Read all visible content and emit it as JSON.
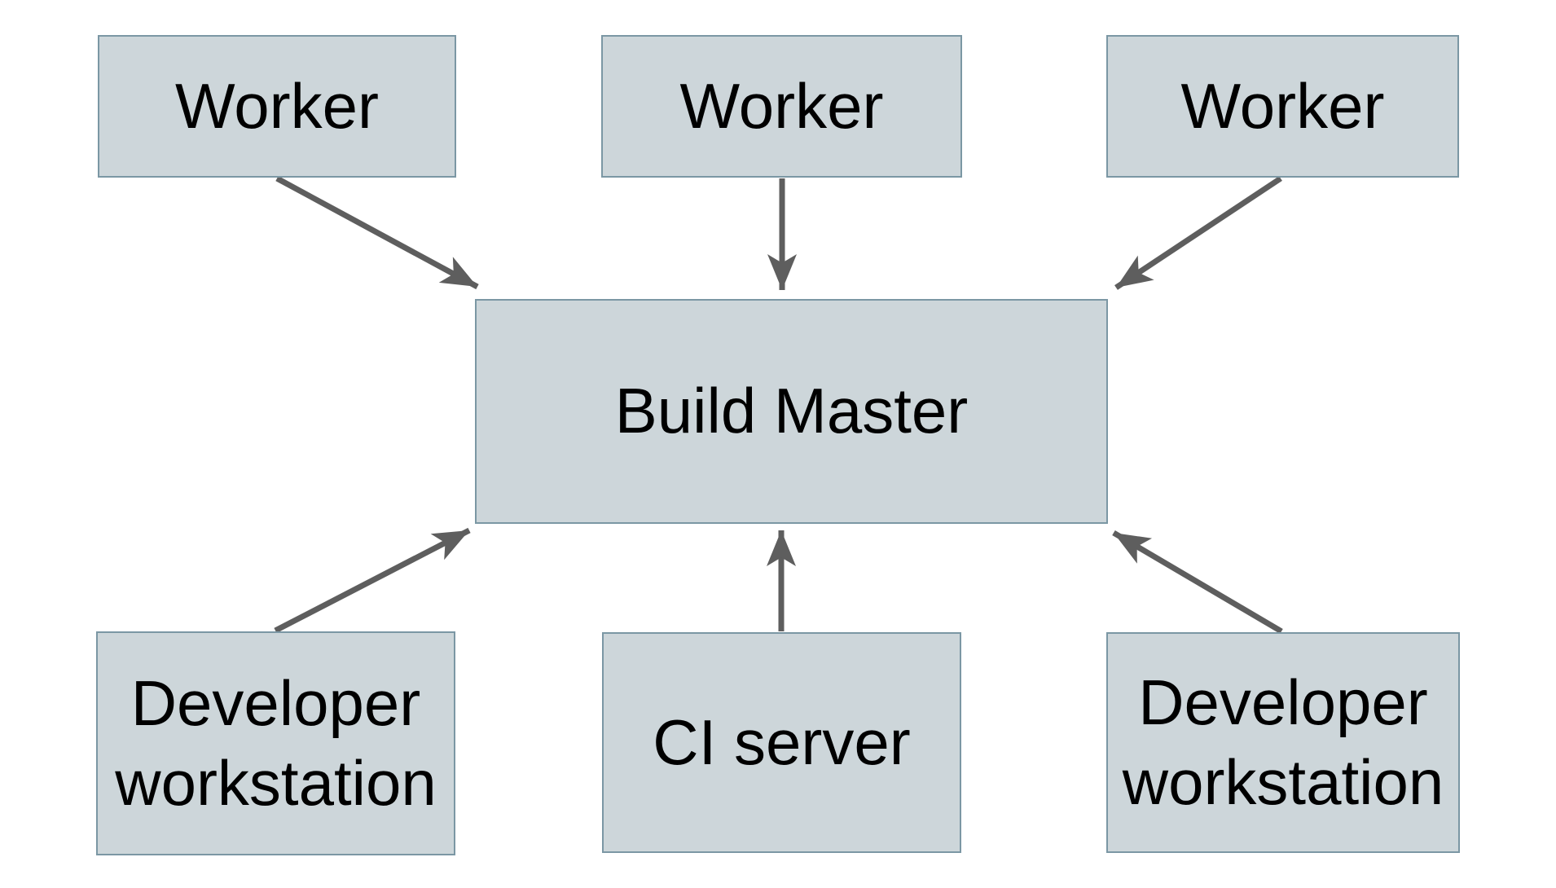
{
  "diagram": {
    "nodes": {
      "worker1": {
        "label": "Worker"
      },
      "worker2": {
        "label": "Worker"
      },
      "worker3": {
        "label": "Worker"
      },
      "build_master": {
        "label": "Build Master"
      },
      "dev_left": {
        "label": "Developer workstation"
      },
      "ci_server": {
        "label": "CI server"
      },
      "dev_right": {
        "label": "Developer workstation"
      }
    },
    "edges": [
      {
        "from": "worker1",
        "to": "build_master"
      },
      {
        "from": "worker2",
        "to": "build_master"
      },
      {
        "from": "worker3",
        "to": "build_master"
      },
      {
        "from": "dev_left",
        "to": "build_master"
      },
      {
        "from": "ci_server",
        "to": "build_master"
      },
      {
        "from": "dev_right",
        "to": "build_master"
      }
    ],
    "colors": {
      "node_fill": "#cdd6da",
      "node_border": "#7b97a4",
      "arrow": "#5e5e5e",
      "text": "#000000",
      "background": "#ffffff"
    }
  }
}
